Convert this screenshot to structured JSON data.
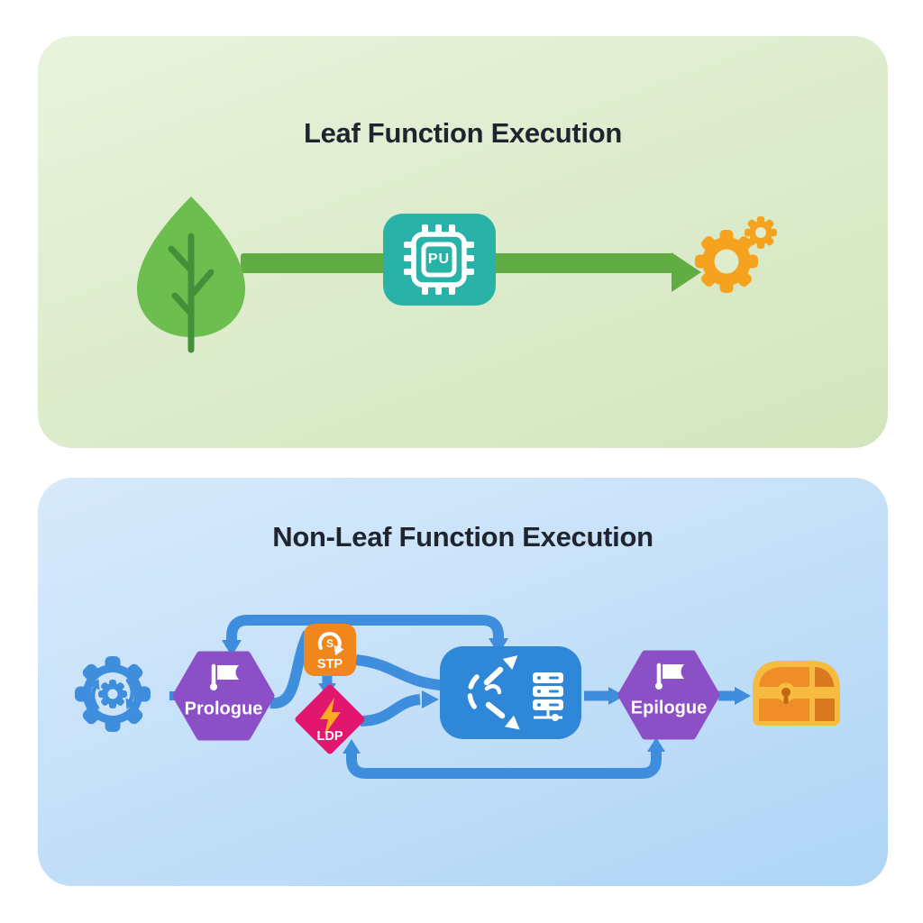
{
  "panels": {
    "leaf": {
      "title": "Leaf Function Execution",
      "cpu_label": "PU",
      "icons": [
        "leaf-icon",
        "cpu-chip-icon",
        "gears-icon",
        "flow-arrow-green"
      ]
    },
    "nonleaf": {
      "title": "Non-Leaf Function Execution",
      "prologue_label": "Prologue",
      "epilogue_label": "Epilogue",
      "stp_label": "STP",
      "stp_icon_letter": "S",
      "ldp_label": "LDP",
      "icons": [
        "process-gear-icon",
        "flag-icon",
        "rotate-s-icon",
        "lightning-icon",
        "recursion-arrows-icon",
        "server-icon",
        "treasure-chest-icon",
        "flow-arrow-blue"
      ]
    }
  },
  "colors": {
    "green-panel-top": "#e9f3dd",
    "green-panel-bottom": "#d2e5bc",
    "blue-panel-top": "#d8eafb",
    "blue-panel-bottom": "#afd5f5",
    "title": "#1f2430",
    "leaf-green": "#6cbf4e",
    "leaf-stem": "#43903a",
    "flow-green": "#61ad44",
    "chip-teal": "#29b2a8",
    "gear-orange": "#f5a31f",
    "flow-blue": "#3e8edd",
    "box-blue": "#2f87d8",
    "hex-purple": "#8b4fc6",
    "stp-orange": "#f1861d",
    "ldp-magenta": "#e2166f",
    "bolt-orange": "#ffaa22",
    "chest-trim": "#f6bb3f",
    "chest-body": "#ef8e28",
    "chest-side": "#d9781c",
    "chest-hole": "#c06712"
  }
}
